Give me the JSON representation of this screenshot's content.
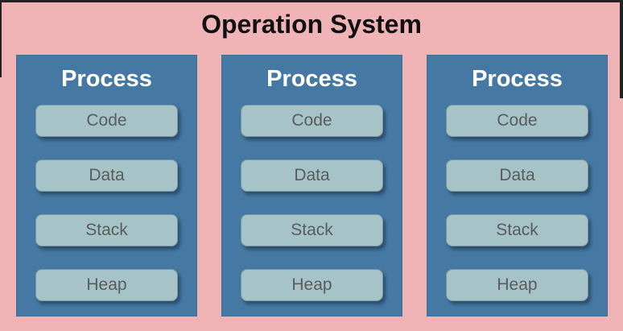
{
  "title": "Operation System",
  "colors": {
    "background": "#f0b3b6",
    "frame": "#232327",
    "process_fill": "#4579a4",
    "process_text": "#ffffff",
    "segment_fill": "#a6c3c8",
    "segment_text": "#5a5c5b",
    "title_text": "#101010"
  },
  "processes": [
    {
      "label": "Process",
      "segments": [
        "Code",
        "Data",
        "Stack",
        "Heap"
      ]
    },
    {
      "label": "Process",
      "segments": [
        "Code",
        "Data",
        "Stack",
        "Heap"
      ]
    },
    {
      "label": "Process",
      "segments": [
        "Code",
        "Data",
        "Stack",
        "Heap"
      ]
    }
  ]
}
